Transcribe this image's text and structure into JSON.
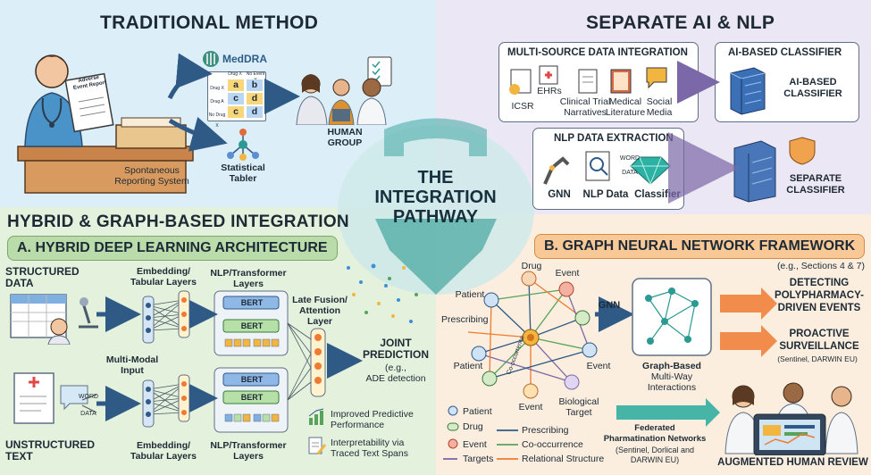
{
  "center": {
    "line1": "THE",
    "line2": "INTEGRATION",
    "line3": "PATHWAY"
  },
  "traditional": {
    "title": "TRADITIONAL METHOD",
    "report_label": "Adverse Event Report",
    "system_line1": "Spontaneous",
    "system_line2": "Reporting System",
    "meddra": "MedDRA",
    "table_headers": [
      "Drug X",
      "No Event Y"
    ],
    "table_rows": [
      {
        "row": "Drug X",
        "a": "a",
        "b": "b"
      },
      {
        "row": "Drug A",
        "a": "c",
        "b": "d"
      },
      {
        "row": "No Drug X",
        "a": "c",
        "b": "d"
      }
    ],
    "tabler_line1": "Statistical",
    "tabler_line2": "Tabler",
    "group_line1": "HUMAN",
    "group_line2": "GROUP"
  },
  "separate": {
    "title": "SEPARATE AI & NLP",
    "msdi_title": "MULTI-SOURCE DATA INTEGRATION",
    "sources": [
      {
        "line1": "ICSR",
        "line2": ""
      },
      {
        "line1": "EHRs",
        "line2": ""
      },
      {
        "line1": "Clinical Trial",
        "line2": "Narratives"
      },
      {
        "line1": "Medical",
        "line2": "Literature"
      },
      {
        "line1": "Social",
        "line2": "Media"
      }
    ],
    "ai_title": "AI-BASED CLASSIFIER",
    "ai_label_line1": "AI-BASED",
    "ai_label_line2": "CLASSIFIER",
    "nlp_title": "NLP DATA EXTRACTION",
    "nlp_items": [
      "GNN",
      "NLP Data",
      "Classifier"
    ],
    "word_label": "WORD",
    "data_label": "DATA",
    "sep_line1": "SEPARATE",
    "sep_line2": "CLASSIFIER"
  },
  "hybrid": {
    "title": "HYBRID & GRAPH-BASED INTEGRATION",
    "subtitle": "A. HYBRID DEEP LEARNING ARCHITECTURE",
    "structured_line1": "STRUCTURED",
    "structured_line2": "DATA",
    "unstructured_line1": "UNSTRUCTURED",
    "unstructured_line2": "TEXT",
    "embedding_line1": "Embedding/",
    "embedding_line2": "Tabular Layers",
    "embedding2_line1": "Embedding/",
    "embedding2_line2": "Tabular Layers",
    "nlp_line1": "NLP/Transformer",
    "nlp_line2": "Layers",
    "nlp2_line1": "NLP/Transformer",
    "nlp2_line2": "Layers",
    "bert": "BERT",
    "multimodal_line1": "Multi-Modal",
    "multimodal_line2": "Input",
    "fusion_line1": "Late Fusion/",
    "fusion_line2": "Attention",
    "fusion_line3": "Layer",
    "joint_line1": "JOINT",
    "joint_line2": "PREDICTION",
    "joint_line3": "(e.g.,",
    "joint_line4": "ADE detection",
    "word_label": "WORD",
    "data_label": "DATA",
    "benefit1_line1": "Improved Predictive",
    "benefit1_line2": "Performance",
    "benefit2_line1": "Interpretability via",
    "benefit2_line2": "Traced Text Spans"
  },
  "gnn": {
    "subtitle": "B. GRAPH NEURAL NETWORK FRAMEWORK",
    "sections_note": "(e.g., Sections 4 & 7)",
    "node_patient1": "Patient",
    "node_drug": "Drug",
    "node_event1": "Event",
    "node_prescribing": "Prescribing",
    "node_patient2": "Patient",
    "node_cooccurrence": "Co-occurrence",
    "node_event2": "Event",
    "node_event3": "Event",
    "node_bio_line1": "Biological",
    "node_bio_line2": "Target",
    "gnn_label": "GNN",
    "graph_line1": "Graph-Based",
    "graph_line2": "Multi-Way",
    "graph_line3": "Interactions",
    "detect_line1": "DETECTING",
    "detect_line2": "POLYPHARMACY-",
    "detect_line3": "DRIVEN EVENTS",
    "proactive_line1": "PROACTIVE",
    "proactive_line2": "SURVEILLANCE",
    "proactive_note": "(Sentinel, DARWIN EU)",
    "fed_line1": "Federated",
    "fed_line2": "Pharmatination Networks",
    "fed_line3": "(Sentinel, Dorlical and",
    "fed_line4": "DARWIN EU)",
    "augmented": "AUGMENTED HUMAN REVIEW",
    "legend": {
      "patient": "Patient",
      "drug": "Drug",
      "event": "Event",
      "targets": "Targets",
      "prescribing": "Prescribing",
      "cooccurrence": "Co-occurrence",
      "relational": "Relational Structure"
    }
  },
  "colors": {
    "trad_bg": "#dceef7",
    "sep_bg": "#ece7f4",
    "hyb_bg": "#e4f1dc",
    "gnn_bg": "#fbeede",
    "arrow_blue": "#2f5a86",
    "arrow_orange": "#ef7a32",
    "teal": "#1aa59a",
    "green": "#58a35b",
    "purple": "#7b68a8"
  }
}
